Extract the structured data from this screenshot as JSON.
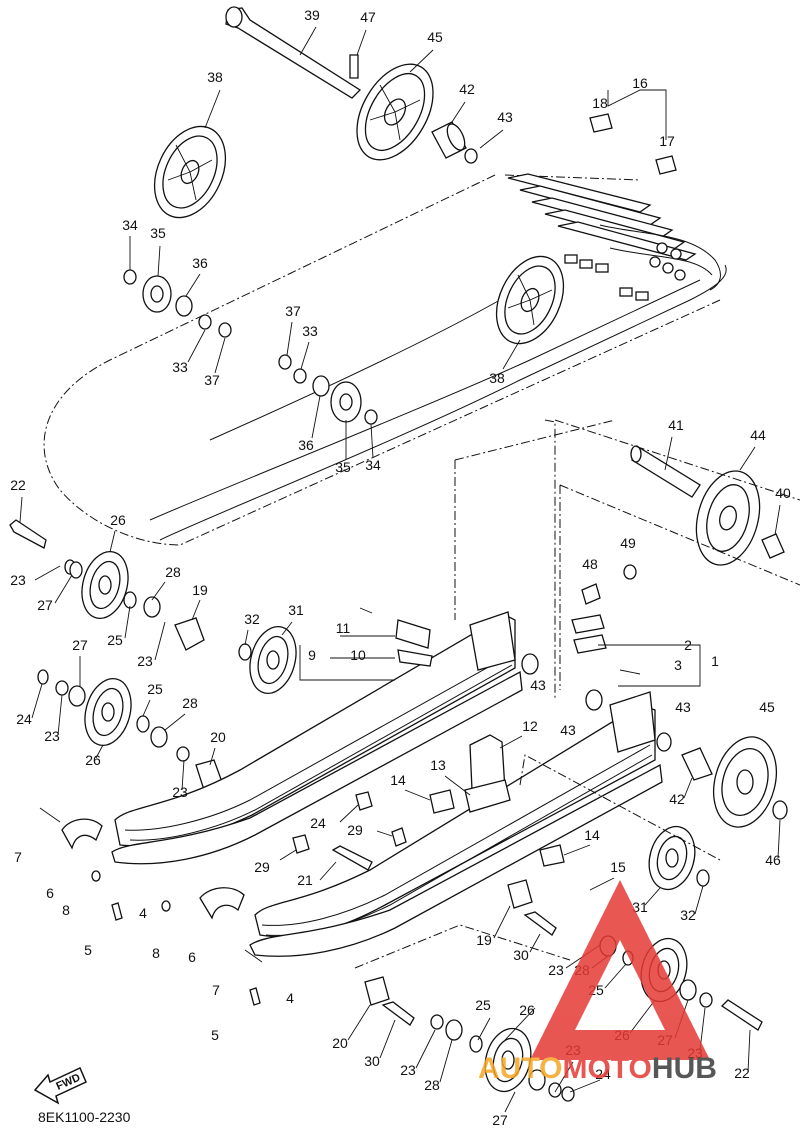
{
  "diagram_code": "8EK1100-2230",
  "fwd_label": "FWD",
  "watermark": {
    "part1": "AUTO",
    "part2": "MOTO",
    "part3": "HUB",
    "color_orange": "#f5a623",
    "color_red": "#e53935",
    "color_dark": "#3a3a3a"
  },
  "callouts": [
    {
      "id": "39",
      "text": "39"
    },
    {
      "id": "47",
      "text": "47"
    },
    {
      "id": "45a",
      "text": "45"
    },
    {
      "id": "38a",
      "text": "38"
    },
    {
      "id": "42a",
      "text": "42"
    },
    {
      "id": "43a",
      "text": "43"
    },
    {
      "id": "16",
      "text": "16"
    },
    {
      "id": "18",
      "text": "18"
    },
    {
      "id": "17",
      "text": "17"
    },
    {
      "id": "34a",
      "text": "34"
    },
    {
      "id": "35a",
      "text": "35"
    },
    {
      "id": "36a",
      "text": "36"
    },
    {
      "id": "33a",
      "text": "33"
    },
    {
      "id": "37a",
      "text": "37"
    },
    {
      "id": "37b",
      "text": "37"
    },
    {
      "id": "33b",
      "text": "33"
    },
    {
      "id": "38b",
      "text": "38"
    },
    {
      "id": "36b",
      "text": "36"
    },
    {
      "id": "35b",
      "text": "35"
    },
    {
      "id": "34b",
      "text": "34"
    },
    {
      "id": "41",
      "text": "41"
    },
    {
      "id": "44",
      "text": "44"
    },
    {
      "id": "40",
      "text": "40"
    },
    {
      "id": "22a",
      "text": "22"
    },
    {
      "id": "26a",
      "text": "26"
    },
    {
      "id": "23a",
      "text": "23"
    },
    {
      "id": "27a",
      "text": "27"
    },
    {
      "id": "28a",
      "text": "28"
    },
    {
      "id": "19a",
      "text": "19"
    },
    {
      "id": "25a",
      "text": "25"
    },
    {
      "id": "23b",
      "text": "23"
    },
    {
      "id": "48",
      "text": "48"
    },
    {
      "id": "49",
      "text": "49"
    },
    {
      "id": "32a",
      "text": "32"
    },
    {
      "id": "31a",
      "text": "31"
    },
    {
      "id": "11",
      "text": "11"
    },
    {
      "id": "9",
      "text": "9"
    },
    {
      "id": "10",
      "text": "10"
    },
    {
      "id": "2",
      "text": "2"
    },
    {
      "id": "3",
      "text": "3"
    },
    {
      "id": "1",
      "text": "1"
    },
    {
      "id": "43b",
      "text": "43"
    },
    {
      "id": "27b",
      "text": "27"
    },
    {
      "id": "25b",
      "text": "25"
    },
    {
      "id": "24a",
      "text": "24"
    },
    {
      "id": "23c",
      "text": "23"
    },
    {
      "id": "28b",
      "text": "28"
    },
    {
      "id": "43c",
      "text": "43"
    },
    {
      "id": "43d",
      "text": "43"
    },
    {
      "id": "45b",
      "text": "45"
    },
    {
      "id": "12",
      "text": "12"
    },
    {
      "id": "26b",
      "text": "26"
    },
    {
      "id": "20a",
      "text": "20"
    },
    {
      "id": "23d",
      "text": "23"
    },
    {
      "id": "13",
      "text": "13"
    },
    {
      "id": "14a",
      "text": "14"
    },
    {
      "id": "42b",
      "text": "42"
    },
    {
      "id": "24b",
      "text": "24"
    },
    {
      "id": "7a",
      "text": "7"
    },
    {
      "id": "29a",
      "text": "29"
    },
    {
      "id": "46",
      "text": "46"
    },
    {
      "id": "29b",
      "text": "29"
    },
    {
      "id": "14b",
      "text": "14"
    },
    {
      "id": "6a",
      "text": "6"
    },
    {
      "id": "21",
      "text": "21"
    },
    {
      "id": "8a",
      "text": "8"
    },
    {
      "id": "15",
      "text": "15"
    },
    {
      "id": "31b",
      "text": "31"
    },
    {
      "id": "32b",
      "text": "32"
    },
    {
      "id": "4a",
      "text": "4"
    },
    {
      "id": "5a",
      "text": "5"
    },
    {
      "id": "8b",
      "text": "8"
    },
    {
      "id": "6b",
      "text": "6"
    },
    {
      "id": "19b",
      "text": "19"
    },
    {
      "id": "30a",
      "text": "30"
    },
    {
      "id": "23e",
      "text": "23"
    },
    {
      "id": "28c",
      "text": "28"
    },
    {
      "id": "25c",
      "text": "25"
    },
    {
      "id": "7b",
      "text": "7"
    },
    {
      "id": "26c",
      "text": "26"
    },
    {
      "id": "4b",
      "text": "4"
    },
    {
      "id": "25d",
      "text": "25"
    },
    {
      "id": "26d",
      "text": "26"
    },
    {
      "id": "27c",
      "text": "27"
    },
    {
      "id": "23f",
      "text": "23"
    },
    {
      "id": "5b",
      "text": "5"
    },
    {
      "id": "20b",
      "text": "20"
    },
    {
      "id": "30b",
      "text": "30"
    },
    {
      "id": "23g",
      "text": "23"
    },
    {
      "id": "28d",
      "text": "28"
    },
    {
      "id": "23h",
      "text": "23"
    },
    {
      "id": "22b",
      "text": "22"
    },
    {
      "id": "24c",
      "text": "24"
    },
    {
      "id": "27d",
      "text": "27"
    }
  ]
}
